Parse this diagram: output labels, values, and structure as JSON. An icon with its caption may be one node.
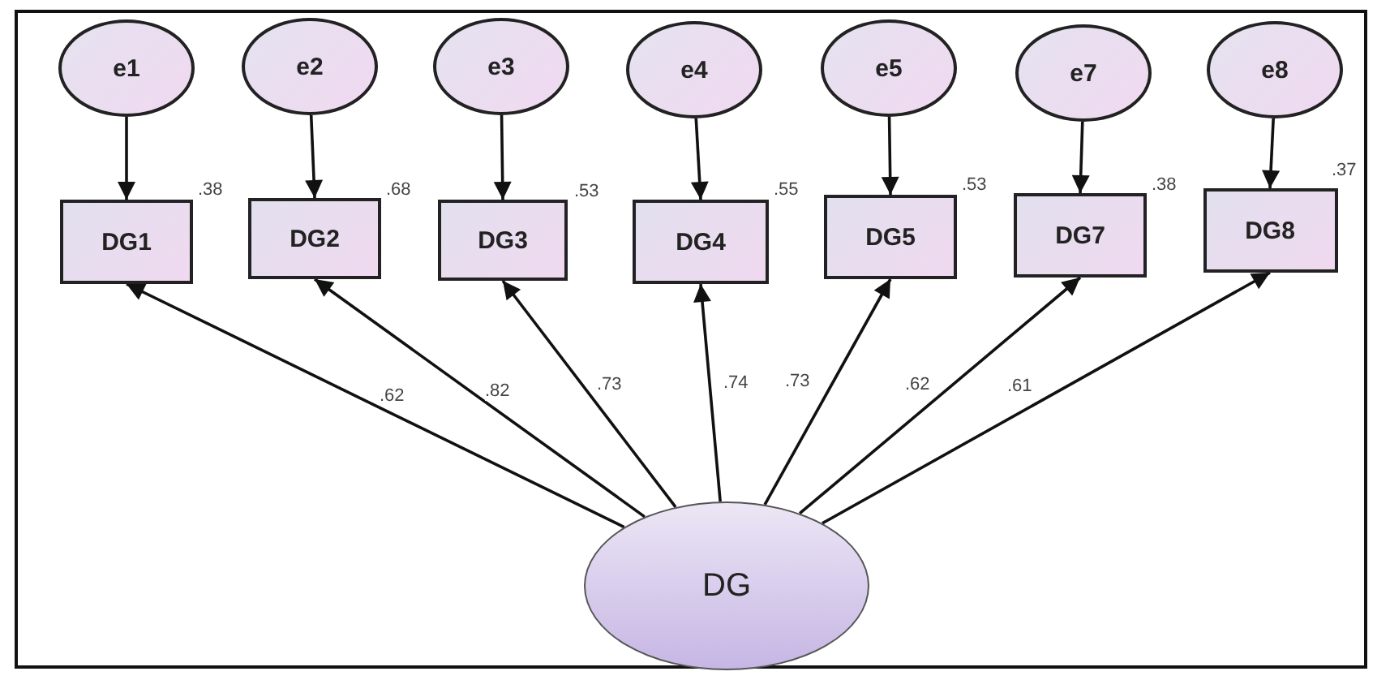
{
  "diagram": {
    "nodes": [
      {
        "text": [
          "e1"
        ]
      },
      {
        "text": [
          "e2"
        ]
      },
      {
        "text": [
          "e3"
        ]
      },
      {
        "text": [
          "e4"
        ]
      },
      {
        "text": [
          "e5"
        ]
      },
      {
        "text": [
          "e7"
        ]
      },
      {
        "text": [
          "e8"
        ]
      },
      {
        "text": [
          "DG1"
        ],
        "beside": [
          ".38"
        ]
      },
      {
        "text": [
          "DG2"
        ],
        "beside": [
          ".68"
        ]
      },
      {
        "text": [
          "DG3"
        ],
        "beside": [
          ".53"
        ]
      },
      {
        "text": [
          "DG4"
        ],
        "beside": [
          ".55"
        ]
      },
      {
        "text": [
          "DG5"
        ],
        "beside": [
          ".53"
        ]
      },
      {
        "text": [
          "DG7"
        ],
        "beside": [
          ".38"
        ]
      },
      {
        "text": [
          "DG8"
        ],
        "beside": [
          ".37"
        ]
      },
      {
        "text": [
          "DG"
        ]
      }
    ],
    "edges": [
      {
        "from": 0,
        "to": 7,
        "arrow": "to"
      },
      {
        "from": 1,
        "to": 8,
        "arrow": "to"
      },
      {
        "from": 2,
        "to": 9,
        "arrow": "to"
      },
      {
        "from": 3,
        "to": 10,
        "arrow": "to"
      },
      {
        "from": 4,
        "to": 11,
        "arrow": "to"
      },
      {
        "from": 5,
        "to": 12,
        "arrow": "to"
      },
      {
        "from": 6,
        "to": 13,
        "arrow": "to"
      },
      {
        "from": 14,
        "to": 7,
        "arrow": "to",
        "label": ".62"
      },
      {
        "from": 14,
        "to": 8,
        "arrow": "to",
        "label": ".82"
      },
      {
        "from": 14,
        "to": 9,
        "arrow": "to",
        "label": ".73"
      },
      {
        "from": 14,
        "to": 10,
        "arrow": "to",
        "label": ".74"
      },
      {
        "from": 14,
        "to": 11,
        "arrow": "to",
        "label": ".73"
      },
      {
        "from": 14,
        "to": 12,
        "arrow": "to",
        "label": ".62"
      },
      {
        "from": 14,
        "to": 13,
        "arrow": "to",
        "label": ".61"
      }
    ]
  }
}
